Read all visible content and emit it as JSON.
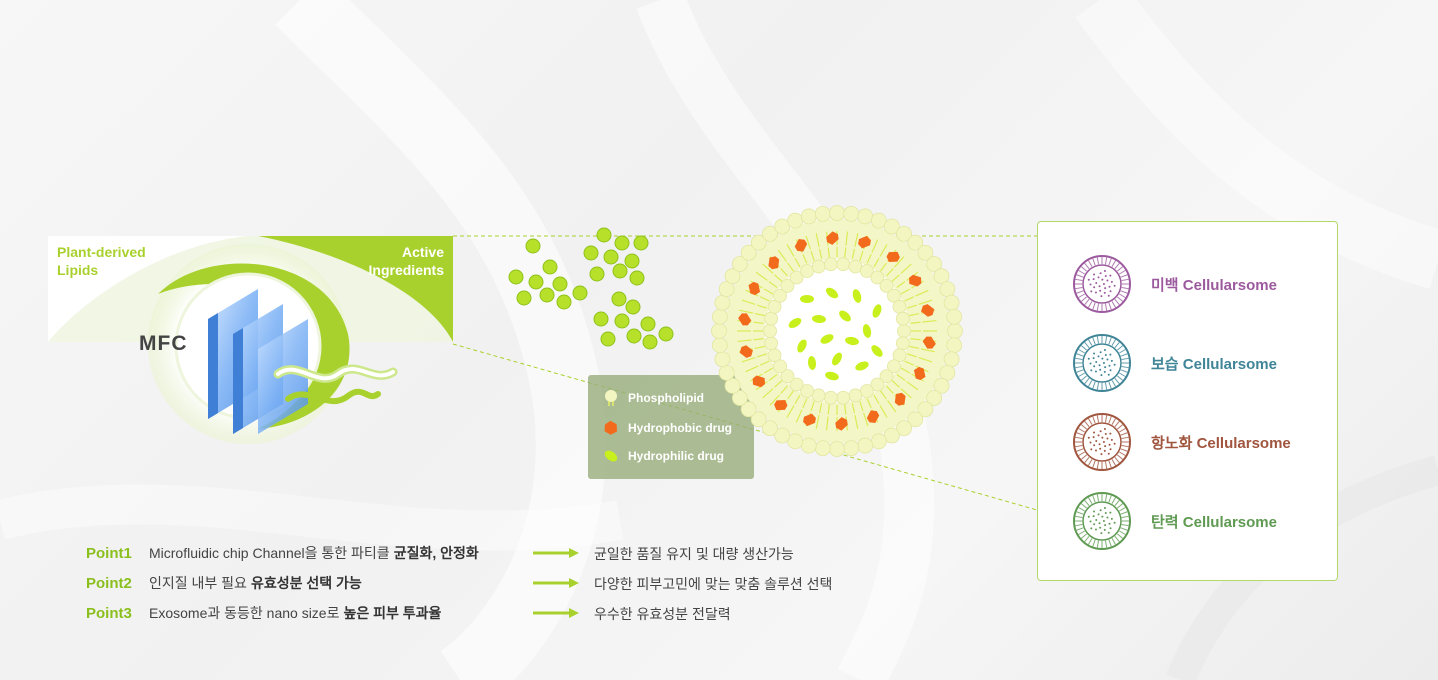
{
  "mfc": {
    "plant_label_1": "Plant-derived",
    "plant_label_2": "Lipids",
    "active_label_1": "Active",
    "active_label_2": "Ingredients",
    "chip_label": "MFC"
  },
  "legend": {
    "items": [
      {
        "icon": "phospholipid-icon",
        "label": "Phospholipid"
      },
      {
        "icon": "hydrophobic-drug-icon",
        "label": "Hydrophobic drug"
      },
      {
        "icon": "hydrophilic-drug-icon",
        "label": "Hydrophilic drug"
      }
    ]
  },
  "types": [
    {
      "label": "미백 Cellularsome",
      "color": "#9c5a9e"
    },
    {
      "label": "보습 Cellularsome",
      "color": "#3f8597"
    },
    {
      "label": "항노화 Cellularsome",
      "color": "#a0553e"
    },
    {
      "label": "탄력 Cellularsome",
      "color": "#5f9a52"
    }
  ],
  "points": [
    {
      "tag": "Point1",
      "text": "Microfluidic chip Channel을 통한 파티클",
      "bold": "균질화, 안정화",
      "result": "균일한 품질 유지 및 대량 생산가능"
    },
    {
      "tag": "Point2",
      "text": "인지질 내부 필요",
      "bold": "유효성분 선택 가능",
      "result": "다양한 피부고민에 맞는 맞춤  솔루션 선택"
    },
    {
      "tag": "Point3",
      "text": "Exosome과 동등한 nano size로",
      "bold": "높은 피부 투과율",
      "result": "우수한 유효성분 전달력"
    }
  ],
  "colors": {
    "accent_green": "#a9d12e",
    "point_green": "#8bbf1e",
    "hydrophobic": "#f26b1d",
    "hydrophilic": "#c8f01c",
    "phospholipid_head": "#f4f6c2"
  }
}
